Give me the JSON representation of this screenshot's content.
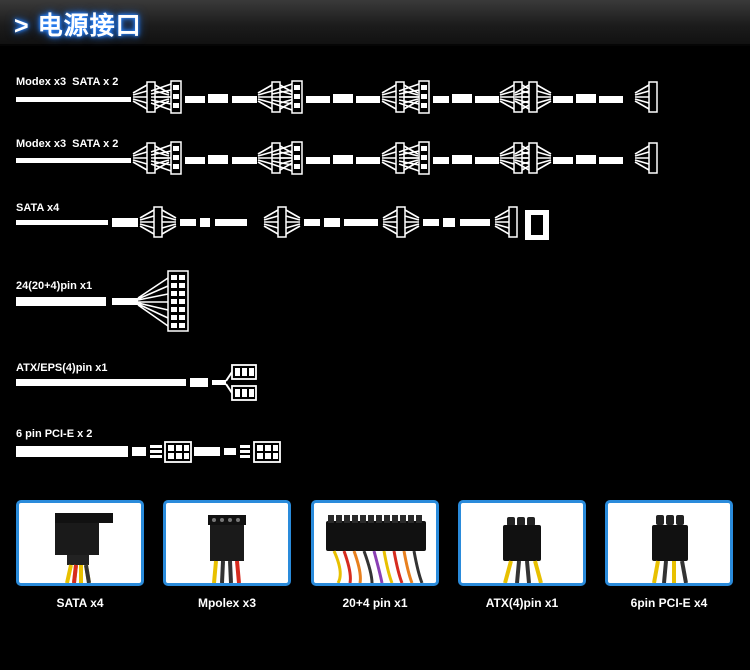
{
  "header": {
    "chevron": ">",
    "title": "电源接口"
  },
  "cables": [
    {
      "label_a": "Modex x3",
      "label_b": "SATA x 2"
    },
    {
      "label_a": "Modex x3",
      "label_b": "SATA x 2"
    },
    {
      "label_a": "SATA x4",
      "label_b": ""
    },
    {
      "label_a": "24(20+4)pin x1",
      "label_b": ""
    },
    {
      "label_a": "ATX/EPS(4)pin x1",
      "label_b": ""
    },
    {
      "label_a": "6 pin PCI-E x 2",
      "label_b": ""
    }
  ],
  "connectors": [
    {
      "label": "SATA x4",
      "icon": "sata-connector-icon"
    },
    {
      "label": "Mpolex x3",
      "icon": "molex-connector-icon"
    },
    {
      "label": "20+4 pin x1",
      "icon": "atx-24pin-connector-icon"
    },
    {
      "label": "ATX(4)pin x1",
      "icon": "atx-4pin-connector-icon"
    },
    {
      "label": "6pin PCI-E x4",
      "icon": "pcie-6pin-connector-icon"
    }
  ],
  "colors": {
    "accent": "#2a8bdb",
    "glow": "#2a86ff",
    "background": "#000000"
  }
}
